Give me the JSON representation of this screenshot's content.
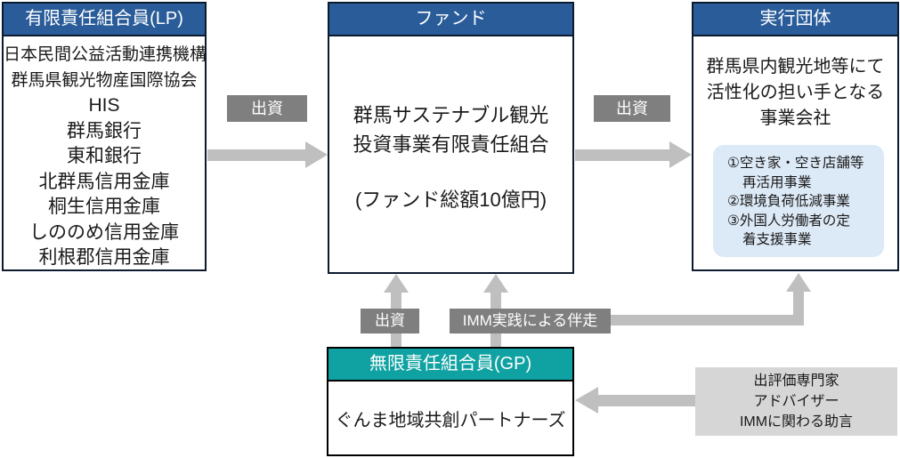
{
  "lp": {
    "header": "有限責任組合員(LP)",
    "members": [
      "日本民間公益活動連携機構",
      "群馬県観光物産国際協会",
      "HIS",
      "群馬銀行",
      "東和銀行",
      "北群馬信用金庫",
      "桐生信用金庫",
      "しののめ信用金庫",
      "利根郡信用金庫"
    ]
  },
  "fund": {
    "header": "ファンド",
    "name_lines": [
      "群馬サステナブル観光",
      "投資事業有限責任組合"
    ],
    "total": "(ファンド総額10億円)"
  },
  "executor": {
    "header": "実行団体",
    "description_lines": [
      "群馬県内観光地等にて",
      "活性化の担い手となる",
      "事業会社"
    ],
    "project_lines": [
      "①空き家・空き店舗等",
      "再活用事業",
      "②環境負荷低減事業",
      "③外国人労働者の定",
      "着支援事業"
    ]
  },
  "gp": {
    "header": "無限責任組合員(GP)",
    "name": "ぐんま地域共創パートナーズ"
  },
  "advisor": {
    "lines": [
      "出評価専門家",
      "アドバイザー",
      "IMMに関わる助言"
    ]
  },
  "labels": {
    "lp_investment": "出資",
    "fund_investment": "出資",
    "gp_investment": "出資",
    "imm_support": "IMM実践による伴走"
  },
  "colors": {
    "header_blue": "#295c99",
    "header_teal": "#10a2a2",
    "box_border": "#0d1b2e",
    "arrow_gray": "#bfbfbf",
    "label_gray": "#7f7f7f",
    "advisor_gray": "#d6d6d6",
    "project_blue": "#dce9f6"
  }
}
